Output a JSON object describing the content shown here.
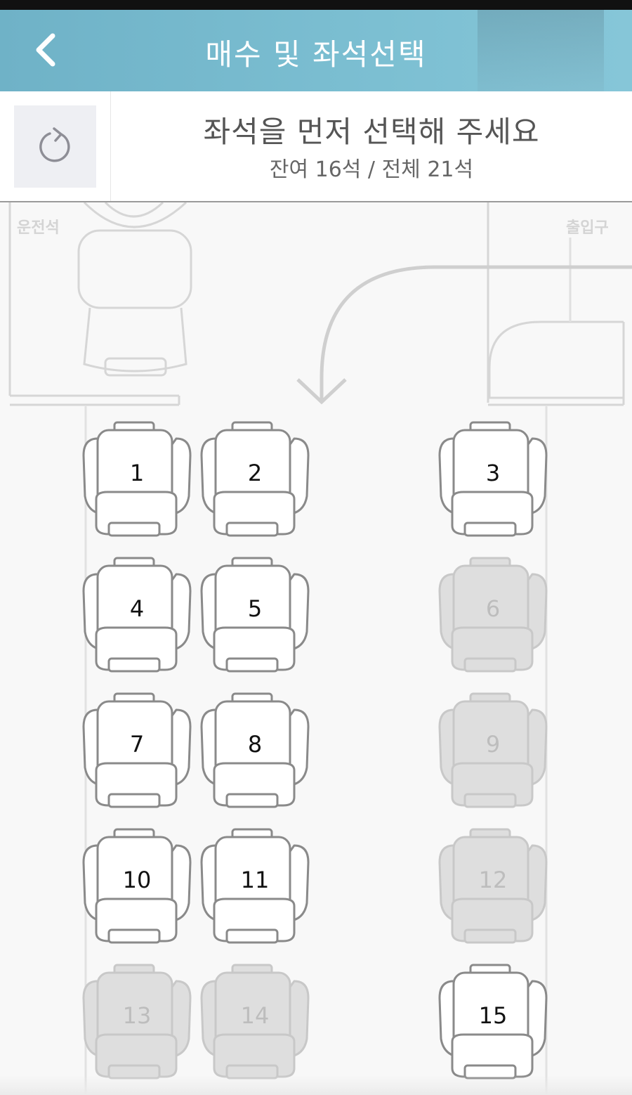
{
  "header": {
    "title": "매수 및 좌석선택",
    "back_icon": "chevron-left-icon"
  },
  "info": {
    "refresh_icon": "refresh-icon",
    "title": "좌석을 먼저 선택해 주세요",
    "count": "잔여 16석 / 전체 21석"
  },
  "layout": {
    "driver_label": "운전석",
    "entrance_label": "출입구"
  },
  "seats": [
    {
      "number": "1",
      "available": true
    },
    {
      "number": "2",
      "available": true
    },
    {
      "number": "3",
      "available": true
    },
    {
      "number": "4",
      "available": true
    },
    {
      "number": "5",
      "available": true
    },
    {
      "number": "6",
      "available": false
    },
    {
      "number": "7",
      "available": true
    },
    {
      "number": "8",
      "available": true
    },
    {
      "number": "9",
      "available": false
    },
    {
      "number": "10",
      "available": true
    },
    {
      "number": "11",
      "available": true
    },
    {
      "number": "12",
      "available": false
    },
    {
      "number": "13",
      "available": false
    },
    {
      "number": "14",
      "available": false
    },
    {
      "number": "15",
      "available": true
    }
  ],
  "colors": {
    "header_bg": "#78bacd",
    "seat_available_stroke": "#8a8a8a",
    "seat_unavailable_fill": "#dddddd"
  }
}
